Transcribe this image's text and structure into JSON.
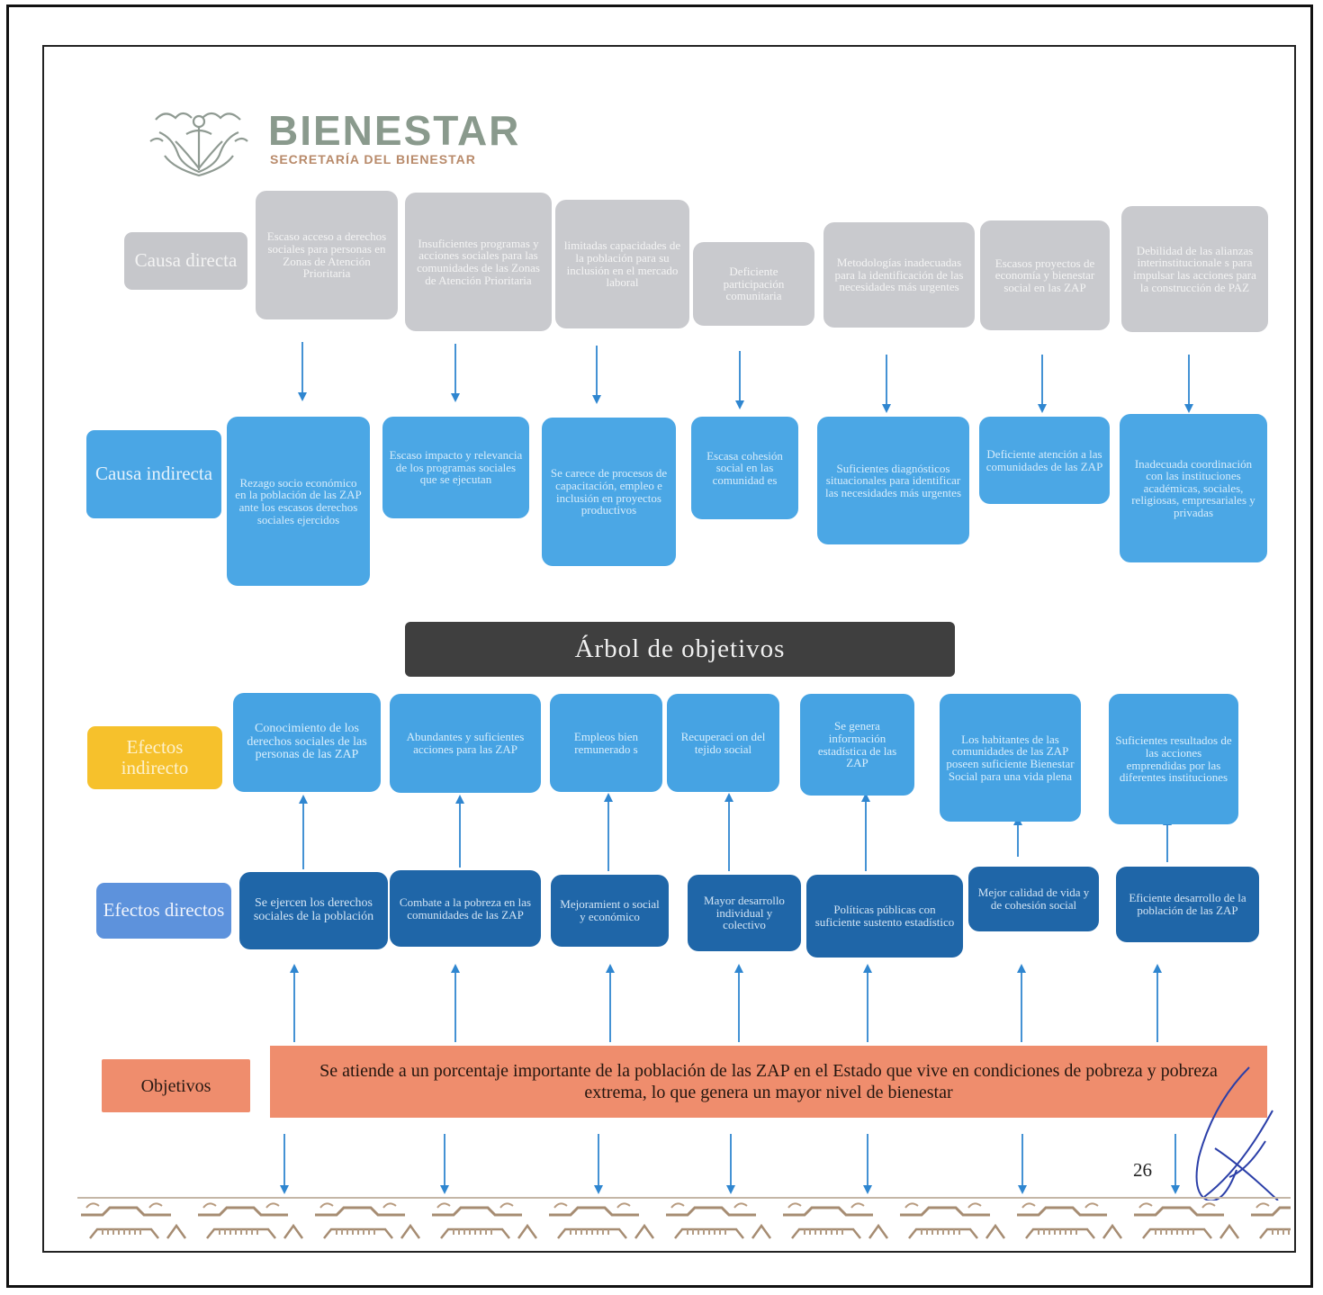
{
  "header": {
    "brand_name": "BIENESTAR",
    "brand_subtitle": "SECRETARÍA DEL BIENESTAR",
    "logo_icon": "eagle-emblem-icon"
  },
  "labels": {
    "causa_directa": "Causa directa",
    "causa_indirecta": "Causa indirecta",
    "efectos_indirecto": "Efectos indirecto",
    "efectos_directos": "Efectos directos",
    "objetivos": "Objetivos"
  },
  "causas_directas": [
    "Escaso acceso a derechos sociales para personas en Zonas de Atención Prioritaria",
    "Insuficientes programas y acciones sociales para las comunidades de las Zonas de Atención Prioritaria",
    "limitadas capacidades de la población para su inclusión en el mercado laboral",
    "Deficiente participación comunitaria",
    "Metodologías inadecuadas para la identificación de las necesidades más urgentes",
    "Escasos proyectos de economía y bienestar social en las ZAP",
    "Debilidad de las alianzas interinstitucionale s para impulsar las acciones para la construcción de PAZ"
  ],
  "causas_indirectas": [
    "Rezago socio económico en la población de las ZAP ante los escasos derechos sociales ejercidos",
    "Escaso impacto y relevancia de los programas sociales que se ejecutan",
    "Se carece de procesos de capacitación, empleo e inclusión en proyectos productivos",
    "Escasa cohesión social en las comunidad es",
    "Suficientes diagnósticos situacionales para identificar las necesidades más urgentes",
    "Deficiente atención a las comunidades de las ZAP",
    "Inadecuada coordinación con las instituciones académicas, sociales, religiosas, empresariales y privadas"
  ],
  "section_title": "Árbol de objetivos",
  "efectos_indirectos": [
    "Conocimiento de los derechos sociales de las personas de las ZAP",
    "Abundantes y suficientes acciones para las ZAP",
    "Empleos bien remunerado s",
    "Recuperaci on del tejido social",
    "Se genera información estadística de las ZAP",
    "Los habitantes de las comunidades de las ZAP poseen suficiente Bienestar Social para una vida plena",
    "Suficientes resultados de las acciones emprendidas por las diferentes instituciones"
  ],
  "efectos_directos": [
    "Se ejercen los derechos sociales de la población",
    "Combate a la pobreza en las comunidades de las ZAP",
    "Mejoramient o social y económico",
    "Mayor desarrollo individual y colectivo",
    "Políticas públicas con suficiente sustento estadístico",
    "Mejor calidad de vida y de cohesión social",
    "Eficiente desarrollo de la población de las ZAP"
  ],
  "objetivo_text": "Se atiende a un porcentaje importante de la población de las ZAP en el Estado que vive en condiciones de pobreza y pobreza extrema, lo que genera un mayor nivel de bienestar",
  "page_number": "26",
  "colors": {
    "gray_box": "#c9cace",
    "light_blue_box": "#4ba7e5",
    "dark_blue_box": "#1f66a8",
    "objective_orange": "#ef8d6d",
    "label_yellow": "#f6c12c",
    "title_dark": "#3f3f3f",
    "arrow_blue": "#2f86d0"
  }
}
